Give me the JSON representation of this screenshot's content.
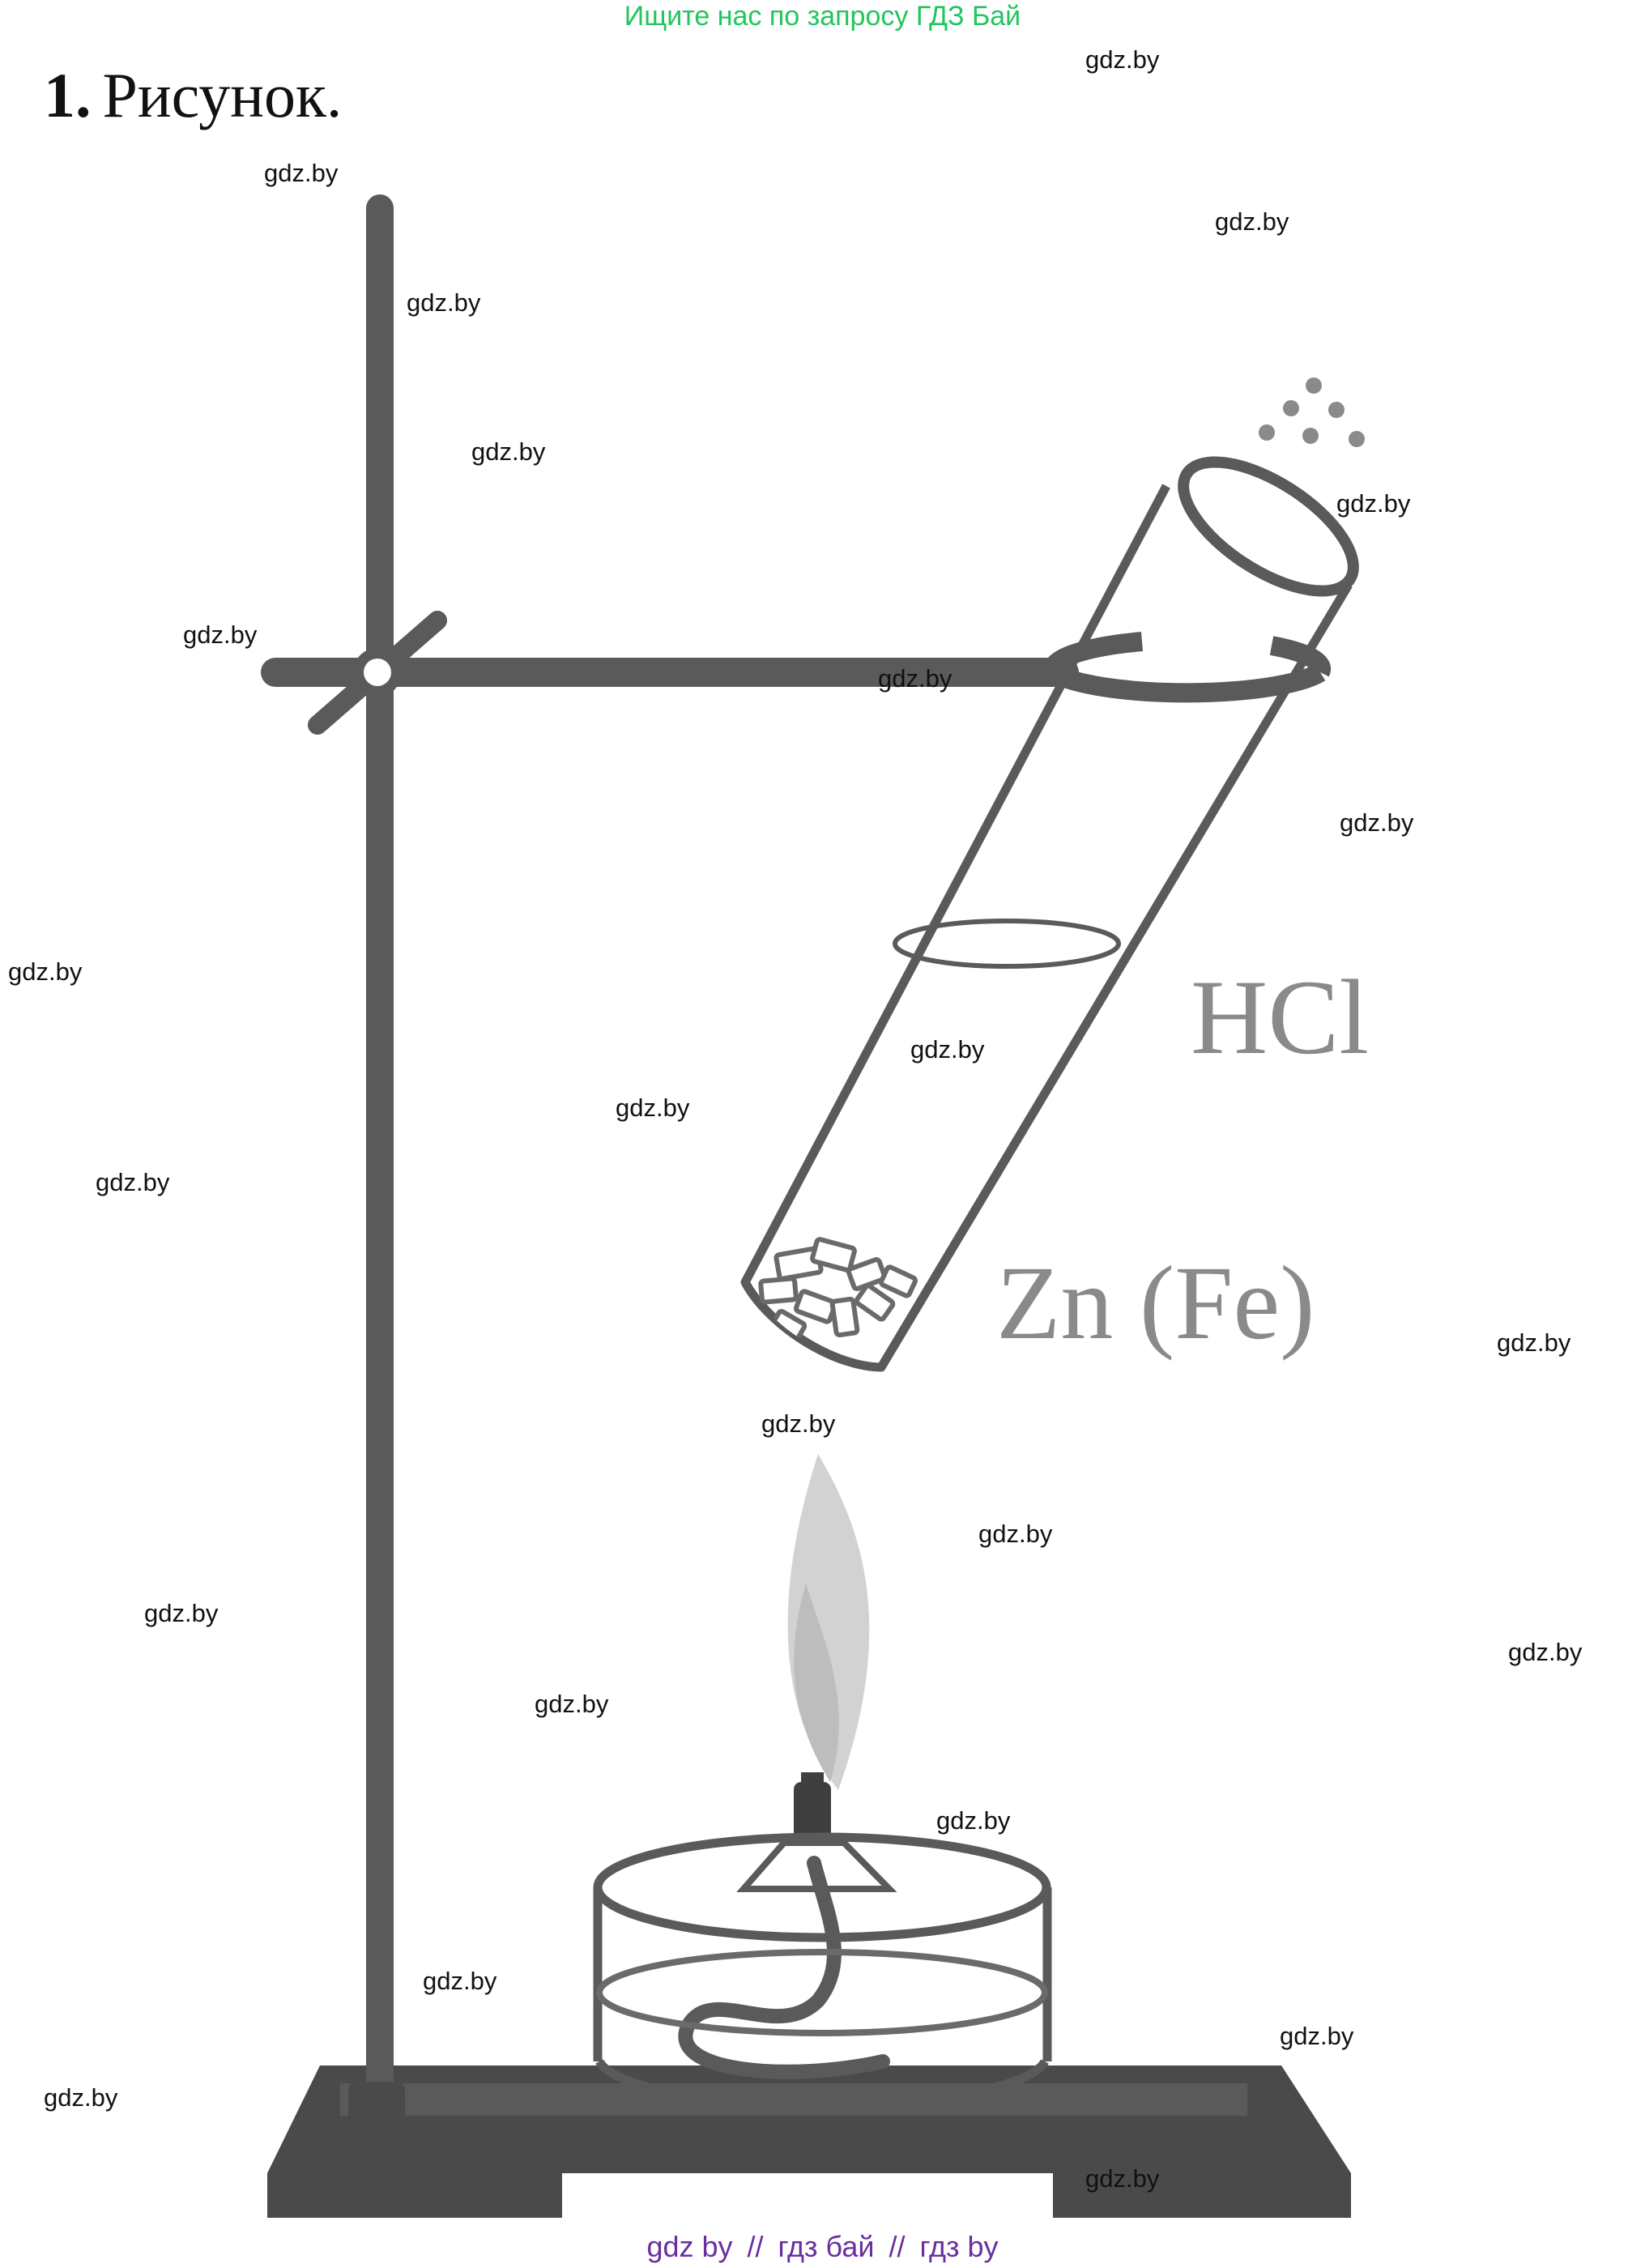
{
  "top_banner": "Ищите нас по запросу ГДЗ Бай",
  "heading": {
    "number": "1.",
    "title": "Рисунок."
  },
  "figure": {
    "labels": {
      "acid": "HCl",
      "metal": "Zn (Fe)"
    }
  },
  "watermark": "gdz.by",
  "bottom_links": [
    "gdz by",
    "гдз бай",
    "гдз by"
  ],
  "bottom_separator": "//",
  "colors": {
    "banner": "#22c55e",
    "links": "#6a2ea0",
    "apparatus": "#5a5a5a",
    "label_gray": "#8a8a8a"
  }
}
